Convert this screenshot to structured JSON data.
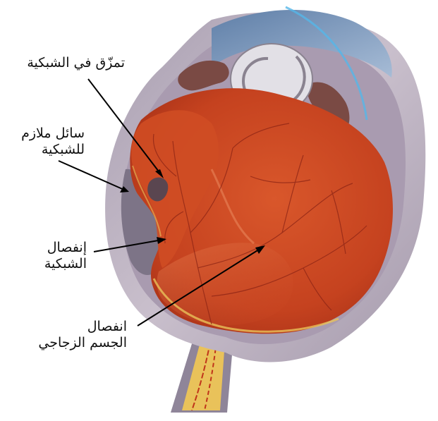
{
  "labels": {
    "retinal_tear": "تمزّق في الشبكية",
    "subretinal_fluid": [
      "سائل ملازم",
      "للشبكية"
    ],
    "retinal_detachment": [
      "إنفصال",
      "الشبكية"
    ],
    "vitreous_detachment": [
      "انفصال",
      "الجسم الزجاجي"
    ]
  },
  "colors": {
    "sclera": "#b9adbc",
    "sclera_shade": "#8f8599",
    "retina": "#c8441f",
    "retina_light": "#dd6a3c",
    "vessel": "#8c2415",
    "optic_nerve": "#e9c25a",
    "cornea": "#8aa3c4",
    "lens": "#e2e0e6",
    "iris": "#7a4a44",
    "leader_line": "#000000"
  }
}
